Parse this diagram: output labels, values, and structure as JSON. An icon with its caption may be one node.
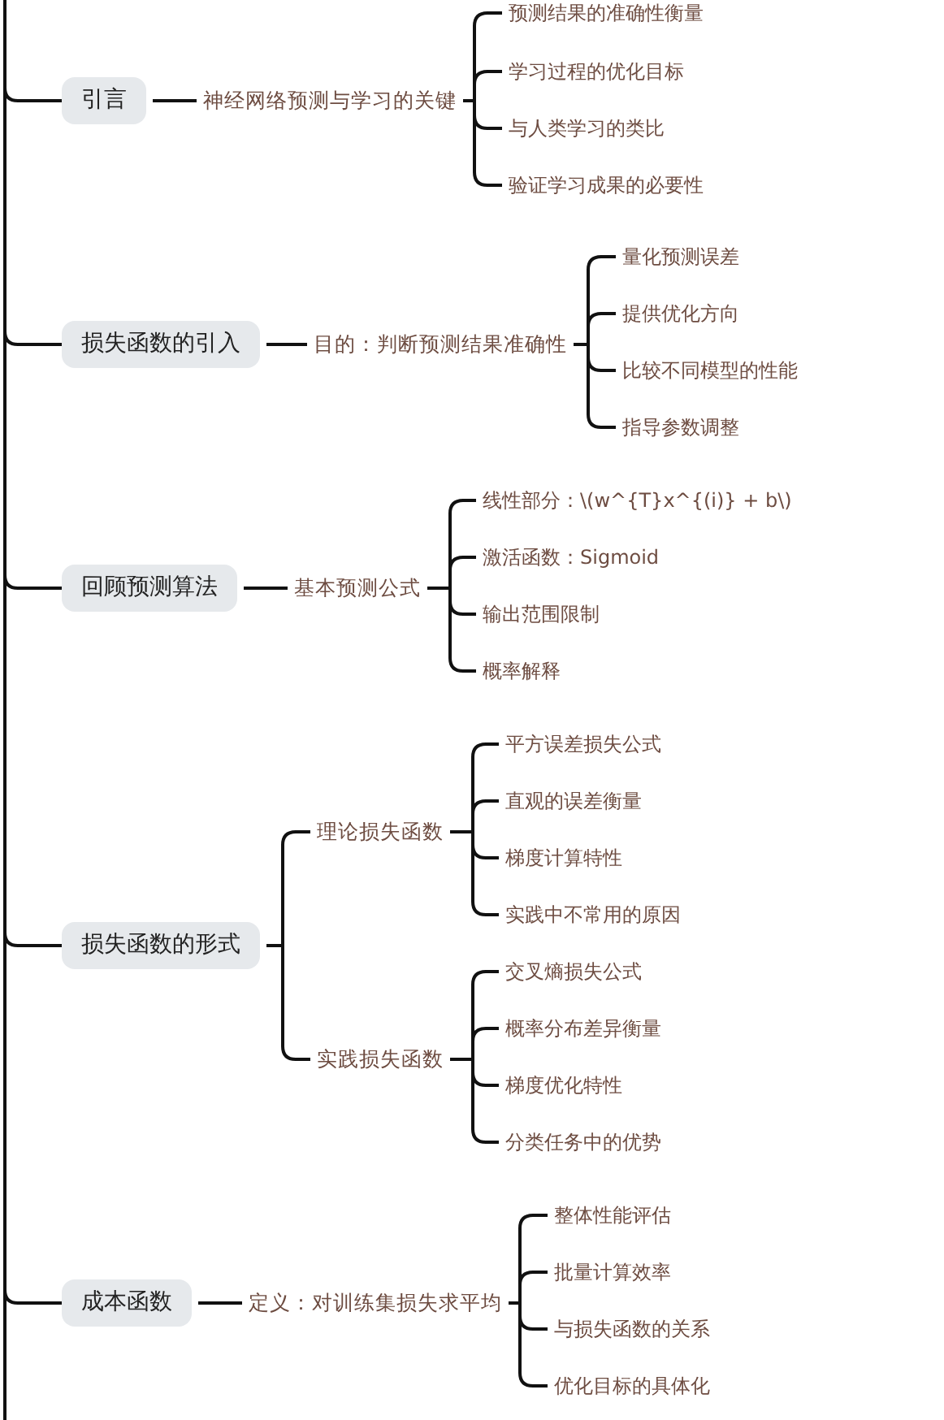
{
  "diagram": {
    "nodes": [
      {
        "text": [
          "引言"
        ]
      },
      {
        "text": [
          "神经网络预测与学习的关键"
        ]
      },
      {
        "text": [
          "预测结果的准确性衡量"
        ]
      },
      {
        "text": [
          "学习过程的优化目标"
        ]
      },
      {
        "text": [
          "与人类学习的类比"
        ]
      },
      {
        "text": [
          "验证学习成果的必要性"
        ]
      },
      {
        "text": [
          "损失函数的引入"
        ]
      },
      {
        "text": [
          "目的：判断预测结果准确性"
        ]
      },
      {
        "text": [
          "量化预测误差"
        ]
      },
      {
        "text": [
          "提供优化方向"
        ]
      },
      {
        "text": [
          "比较不同模型的性能"
        ]
      },
      {
        "text": [
          "指导参数调整"
        ]
      },
      {
        "text": [
          "回顾预测算法"
        ]
      },
      {
        "text": [
          "基本预测公式"
        ]
      },
      {
        "text": [
          "线性部分：\\(w^{T}x^{(i)} + b\\)"
        ]
      },
      {
        "text": [
          "激活函数：Sigmoid"
        ]
      },
      {
        "text": [
          "输出范围限制"
        ]
      },
      {
        "text": [
          "概率解释"
        ]
      },
      {
        "text": [
          "损失函数的形式"
        ]
      },
      {
        "text": [
          "理论损失函数"
        ]
      },
      {
        "text": [
          "平方误差损失公式"
        ]
      },
      {
        "text": [
          "直观的误差衡量"
        ]
      },
      {
        "text": [
          "梯度计算特性"
        ]
      },
      {
        "text": [
          "实践中不常用的原因"
        ]
      },
      {
        "text": [
          "实践损失函数"
        ]
      },
      {
        "text": [
          "交叉熵损失公式"
        ]
      },
      {
        "text": [
          "概率分布差异衡量"
        ]
      },
      {
        "text": [
          "梯度优化特性"
        ]
      },
      {
        "text": [
          "分类任务中的优势"
        ]
      },
      {
        "text": [
          "成本函数"
        ]
      },
      {
        "text": [
          "定义：对训练集损失求平均"
        ]
      },
      {
        "text": [
          "整体性能评估"
        ]
      },
      {
        "text": [
          "批量计算效率"
        ]
      },
      {
        "text": [
          "与损失函数的关系"
        ]
      },
      {
        "text": [
          "优化目标的具体化"
        ]
      }
    ],
    "edges": [
      {
        "from": null,
        "to": 0,
        "arrow": "none"
      },
      {
        "from": null,
        "to": 6,
        "arrow": "none"
      },
      {
        "from": null,
        "to": 12,
        "arrow": "none"
      },
      {
        "from": null,
        "to": 18,
        "arrow": "none"
      },
      {
        "from": null,
        "to": 29,
        "arrow": "none"
      },
      {
        "from": 0,
        "to": 1,
        "arrow": "none"
      },
      {
        "from": 1,
        "to": 2,
        "arrow": "none"
      },
      {
        "from": 1,
        "to": 3,
        "arrow": "none"
      },
      {
        "from": 1,
        "to": 4,
        "arrow": "none"
      },
      {
        "from": 1,
        "to": 5,
        "arrow": "none"
      },
      {
        "from": 6,
        "to": 7,
        "arrow": "none"
      },
      {
        "from": 7,
        "to": 8,
        "arrow": "none"
      },
      {
        "from": 7,
        "to": 9,
        "arrow": "none"
      },
      {
        "from": 7,
        "to": 10,
        "arrow": "none"
      },
      {
        "from": 7,
        "to": 11,
        "arrow": "none"
      },
      {
        "from": 12,
        "to": 13,
        "arrow": "none"
      },
      {
        "from": 13,
        "to": 14,
        "arrow": "none"
      },
      {
        "from": 13,
        "to": 15,
        "arrow": "none"
      },
      {
        "from": 13,
        "to": 16,
        "arrow": "none"
      },
      {
        "from": 13,
        "to": 17,
        "arrow": "none"
      },
      {
        "from": 18,
        "to": 19,
        "arrow": "none"
      },
      {
        "from": 18,
        "to": 24,
        "arrow": "none"
      },
      {
        "from": 19,
        "to": 20,
        "arrow": "none"
      },
      {
        "from": 19,
        "to": 21,
        "arrow": "none"
      },
      {
        "from": 19,
        "to": 22,
        "arrow": "none"
      },
      {
        "from": 19,
        "to": 23,
        "arrow": "none"
      },
      {
        "from": 24,
        "to": 25,
        "arrow": "none"
      },
      {
        "from": 24,
        "to": 26,
        "arrow": "none"
      },
      {
        "from": 24,
        "to": 27,
        "arrow": "none"
      },
      {
        "from": 24,
        "to": 28,
        "arrow": "none"
      },
      {
        "from": 29,
        "to": 30,
        "arrow": "none"
      },
      {
        "from": 30,
        "to": 31,
        "arrow": "none"
      },
      {
        "from": 30,
        "to": 32,
        "arrow": "none"
      },
      {
        "from": 30,
        "to": 33,
        "arrow": "none"
      },
      {
        "from": 30,
        "to": 34,
        "arrow": "none"
      }
    ]
  }
}
